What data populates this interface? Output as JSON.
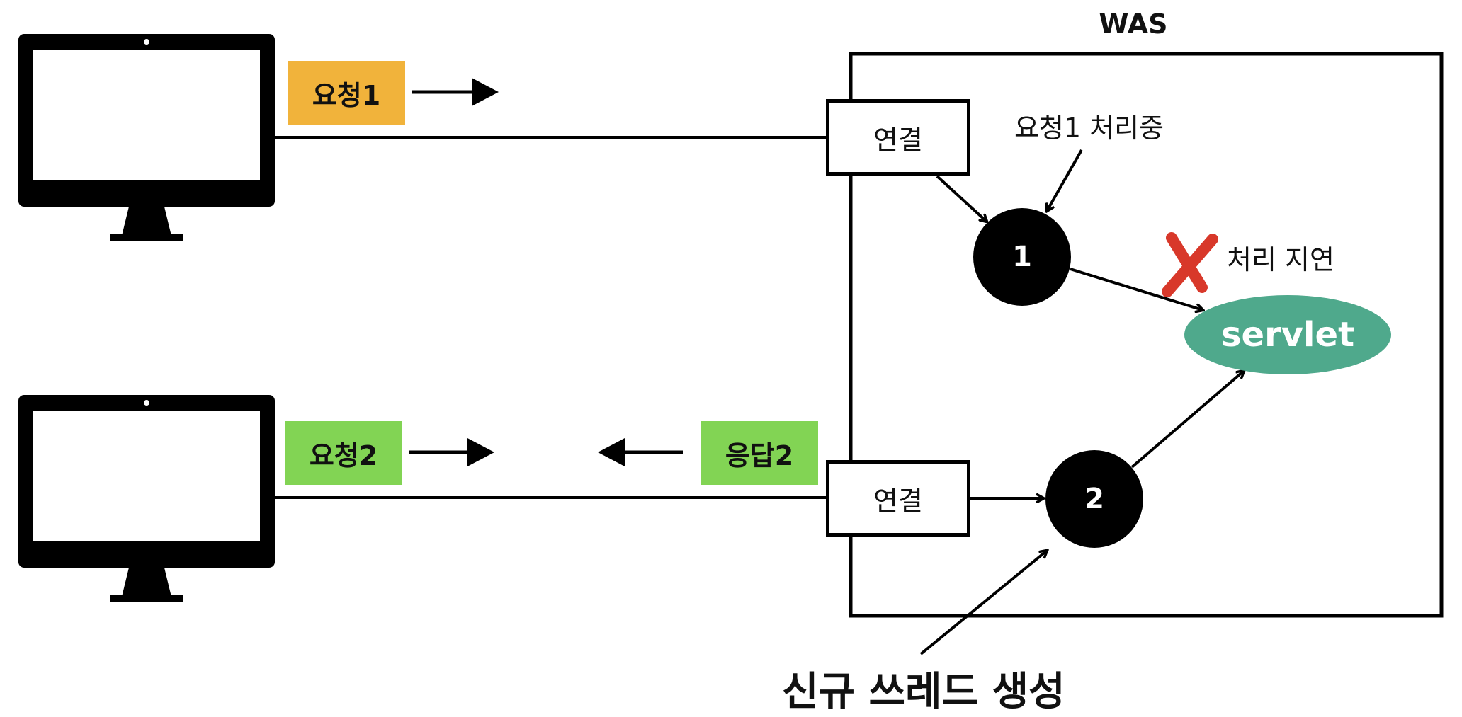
{
  "was": {
    "title": "WAS"
  },
  "client1": {
    "request_label": "요청1",
    "request_color": "#F1B33B"
  },
  "client2": {
    "request_label": "요청2",
    "response_label": "응답2",
    "label_color": "#82D454"
  },
  "connection_label": "연결",
  "threads": [
    {
      "label": "1",
      "note": "요청1 처리중"
    },
    {
      "label": "2"
    }
  ],
  "servlet": {
    "label": "servlet",
    "color": "#4FA98C"
  },
  "delay": {
    "note": "처리 지연",
    "icon": "x-mark-icon",
    "icon_color": "#D8382A"
  },
  "new_thread_note": "신규 쓰레드 생성"
}
